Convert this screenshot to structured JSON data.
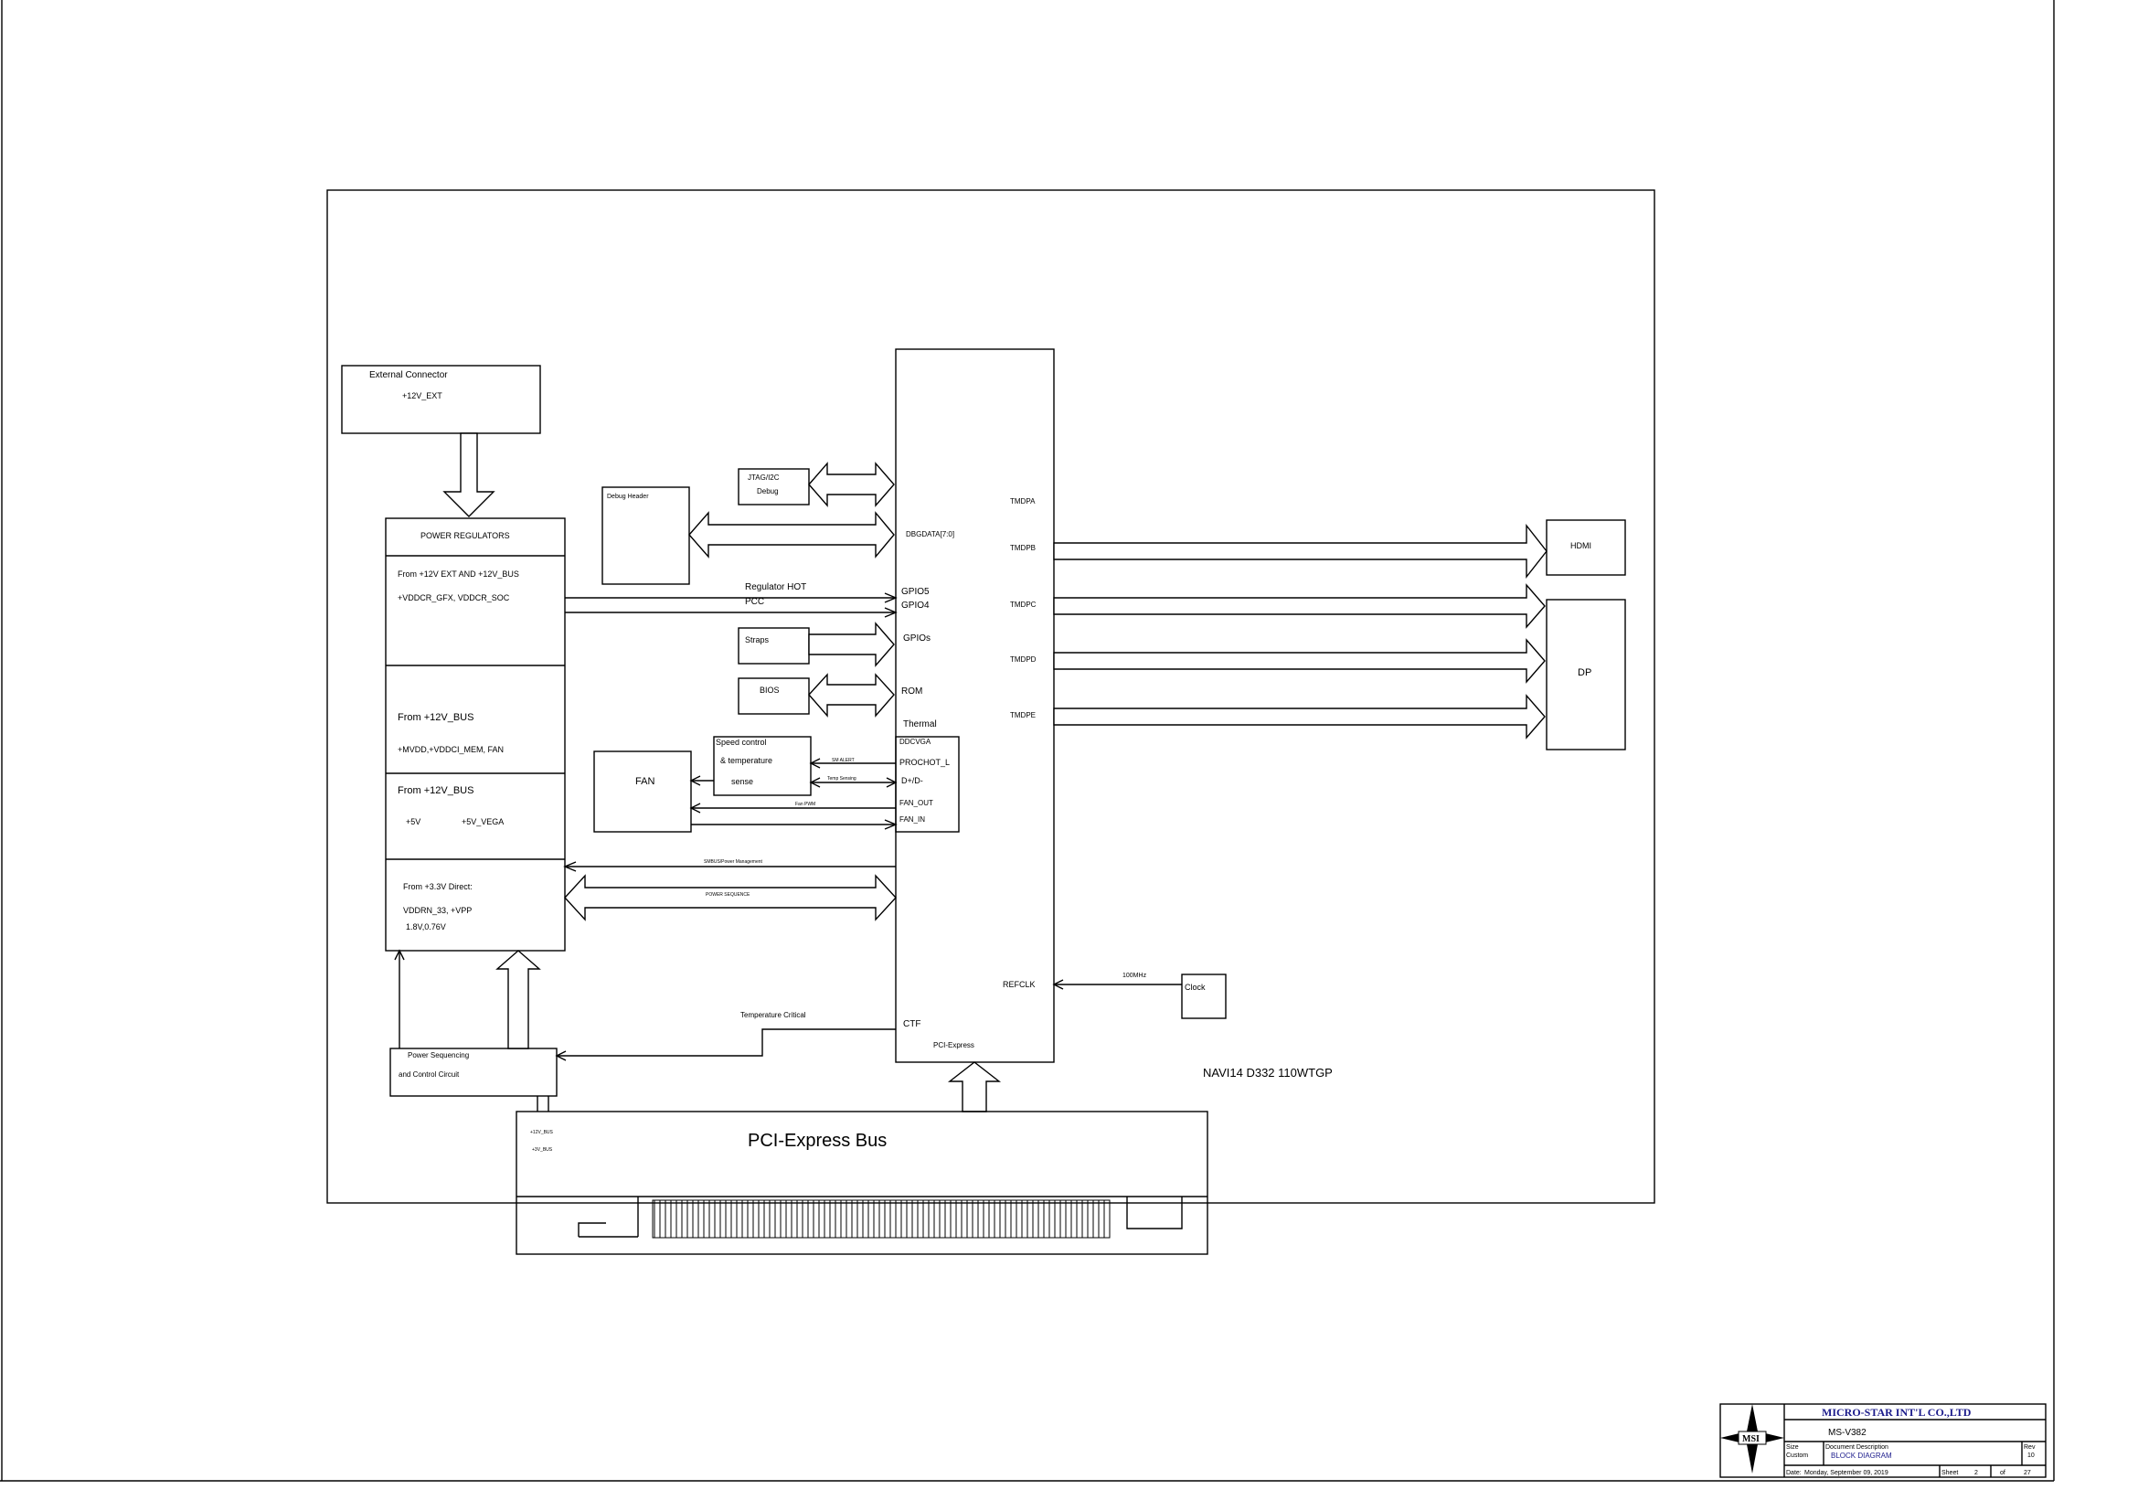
{
  "blocks": {
    "ext_connector": {
      "title": "External Connector",
      "sub": "+12V_EXT"
    },
    "power_regulators": {
      "title": "POWER REGULATORS",
      "s1_line1": "From +12V EXT AND +12V_BUS",
      "s1_line2": "+VDDCR_GFX, VDDCR_SOC",
      "s2_line1": "From +12V_BUS",
      "s2_line2": "+MVDD,+VDDCI_MEM, FAN",
      "s3_line1": "From +12V_BUS",
      "s3_left": "+5V",
      "s3_right": "+5V_VEGA",
      "s4_line1": "From +3.3V Direct:",
      "s4_line2": "VDDRN_33, +VPP",
      "s4_line3": "1.8V,0.76V"
    },
    "debug_header": "Debug Header",
    "jtag": {
      "line1": "JTAG/I2C",
      "line2": "Debug"
    },
    "straps": "Straps",
    "bios": "BIOS",
    "speed_control": {
      "line1": "Speed control",
      "line2": "& temperature",
      "line3": "sense"
    },
    "fan": "FAN",
    "power_seq": {
      "line1": "Power Sequencing",
      "line2": "and Control Circuit"
    },
    "pcie_bus": {
      "title": "PCI-Express Bus",
      "rail1": "+12V_BUS",
      "rail2": "+3V_BUS"
    },
    "gpu": {
      "dbgdata": "DBGDATA[7:0]",
      "gpio5": "GPIO5",
      "gpio4": "GPIO4",
      "gpios": "GPIOs",
      "rom": "ROM",
      "thermal": "Thermal",
      "ddcvga": "DDCVGA",
      "prochot": "PROCHOT_L",
      "dpdm": "D+/D-",
      "fan_out": "FAN_OUT",
      "fan_in": "FAN_IN",
      "refclk": "REFCLK",
      "ctf": "CTF",
      "pcie": "PCI-Express",
      "tmdpa": "TMDPA",
      "tmdpb": "TMDPB",
      "tmdpc": "TMDPC",
      "tmdpd": "TMDPD",
      "tmdpe": "TMDPE"
    },
    "hdmi": "HDMI",
    "dp": "DP",
    "clock": "Clock",
    "clock_freq": "100MHz",
    "chip_label": "NAVI14 D332 110WTGP"
  },
  "signals": {
    "regulator_hot": "Regulator HOT",
    "pcc": "PCC",
    "sm_alert": "SM ALERT",
    "temp_sensing": "Temp Sensing",
    "fan_pwm": "Fan PWM",
    "smbus": "SMBUS/Power Management",
    "power_sequence": "POWER SEQUENCE",
    "temperature_critical": "Temperature Critical"
  },
  "title_block": {
    "company": "MICRO-STAR INT'L CO.,LTD",
    "logo": "MSI",
    "model": "MS-V382",
    "size_label": "Size",
    "size_value": "Custom",
    "desc_label": "Document Description",
    "desc_value": "BLOCK DIAGRAM",
    "rev_label": "Rev",
    "rev_value": "10",
    "date_label": "Date:",
    "date_value": "Monday, September 09, 2019",
    "sheet_label": "Sheet",
    "sheet_num": "2",
    "of_label": "of",
    "sheet_total": "27"
  },
  "colors": {
    "line": "#000000",
    "company_text": "#1c1c8c",
    "desc_text": "#1c1c8c"
  }
}
